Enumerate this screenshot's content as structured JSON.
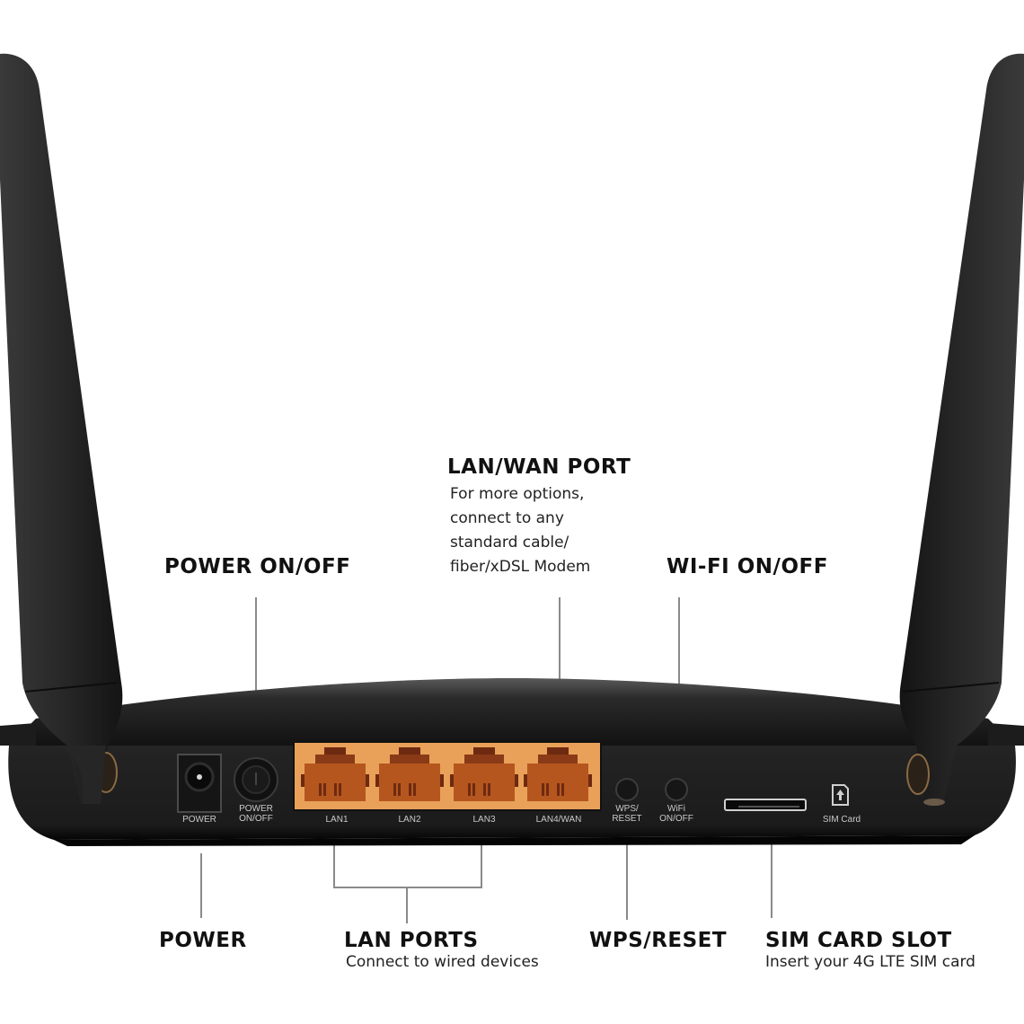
{
  "callouts": {
    "lan_wan_port": {
      "title": "LAN/WAN PORT",
      "desc": [
        "For more options,",
        "connect to any",
        "standard cable/",
        "fiber/xDSL Modem"
      ]
    },
    "power_on_off": {
      "title": "POWER ON/OFF"
    },
    "wifi_on_off": {
      "title": "WI-FI ON/OFF"
    },
    "power": {
      "title": "POWER"
    },
    "lan_ports": {
      "title": "LAN PORTS",
      "desc": "Connect to wired devices"
    },
    "wps_reset": {
      "title": "WPS/RESET"
    },
    "sim_card_slot": {
      "title": "SIM CARD SLOT",
      "desc": "Insert your 4G LTE SIM card"
    }
  },
  "router": {
    "port_labels": {
      "power": "POWER",
      "power_on_off": [
        "POWER",
        "ON/OFF"
      ],
      "lan1": "LAN1",
      "lan2": "LAN2",
      "lan3": "LAN3",
      "lan4_wan": "LAN4/WAN",
      "wps_reset": [
        "WPS/",
        "RESET"
      ],
      "wifi_on_off": [
        "WiFi",
        "ON/OFF"
      ],
      "sim_card": "SIM Card"
    },
    "colors": {
      "body": "#1a1a1a",
      "antenna": "#2a2a2b",
      "port_panel": "#e9a15a",
      "rj45": "#b5561f"
    }
  }
}
